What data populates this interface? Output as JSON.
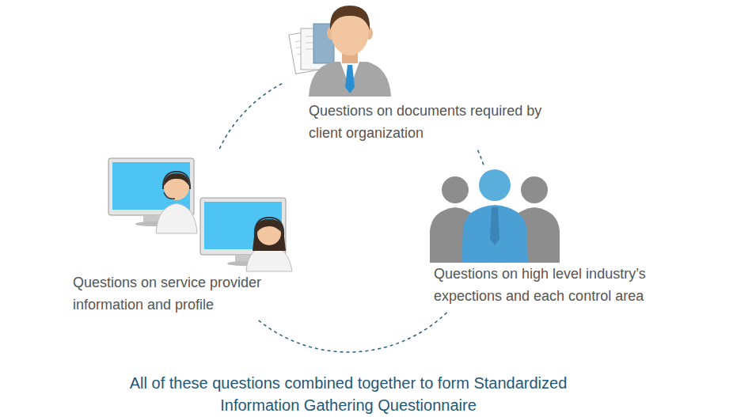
{
  "diagram": {
    "caption": "All of these questions combined together to form Standardized Information Gathering Questionnaire",
    "nodes": [
      {
        "text": [
          "Questions on documents required by client organization"
        ]
      },
      {
        "text": [
          "Questions on service provider information and profile"
        ]
      },
      {
        "text": [
          "Questions on high level industry’s expections and each control area"
        ]
      }
    ],
    "edges": [
      {
        "from": 0,
        "to": 1,
        "arrow": "none"
      },
      {
        "from": 1,
        "to": 2,
        "arrow": "none"
      },
      {
        "from": 2,
        "to": 0,
        "arrow": "none"
      }
    ]
  }
}
